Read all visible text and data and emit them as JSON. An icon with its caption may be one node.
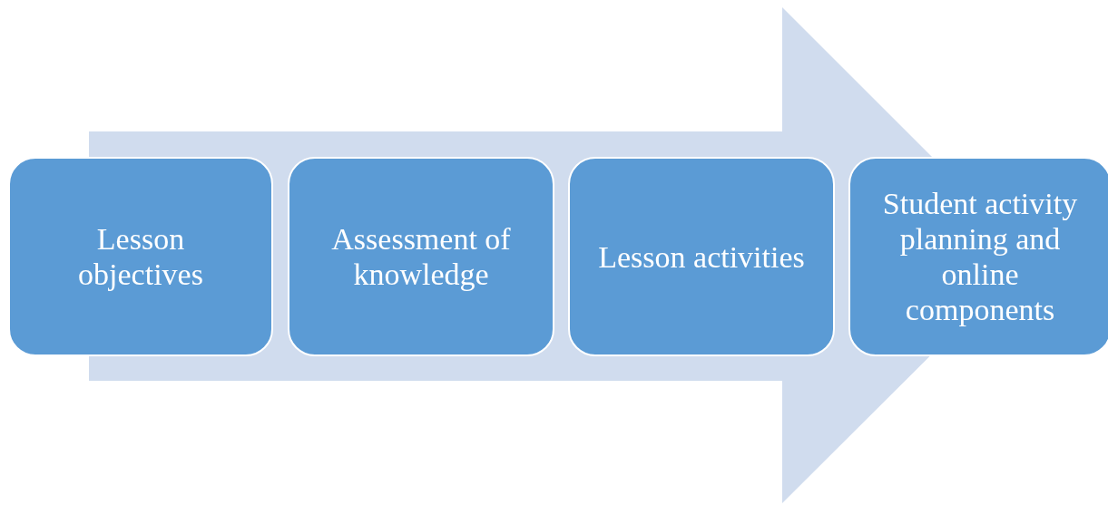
{
  "diagram": {
    "nodes": [
      {
        "text": [
          "Lesson objectives"
        ]
      },
      {
        "text": [
          "Assessment of knowledge"
        ]
      },
      {
        "text": [
          "Lesson activities"
        ]
      },
      {
        "text": [
          "Student activity planning and online components"
        ]
      }
    ],
    "edges": [
      {
        "from": 0,
        "to": 3,
        "arrow": "to"
      }
    ]
  }
}
